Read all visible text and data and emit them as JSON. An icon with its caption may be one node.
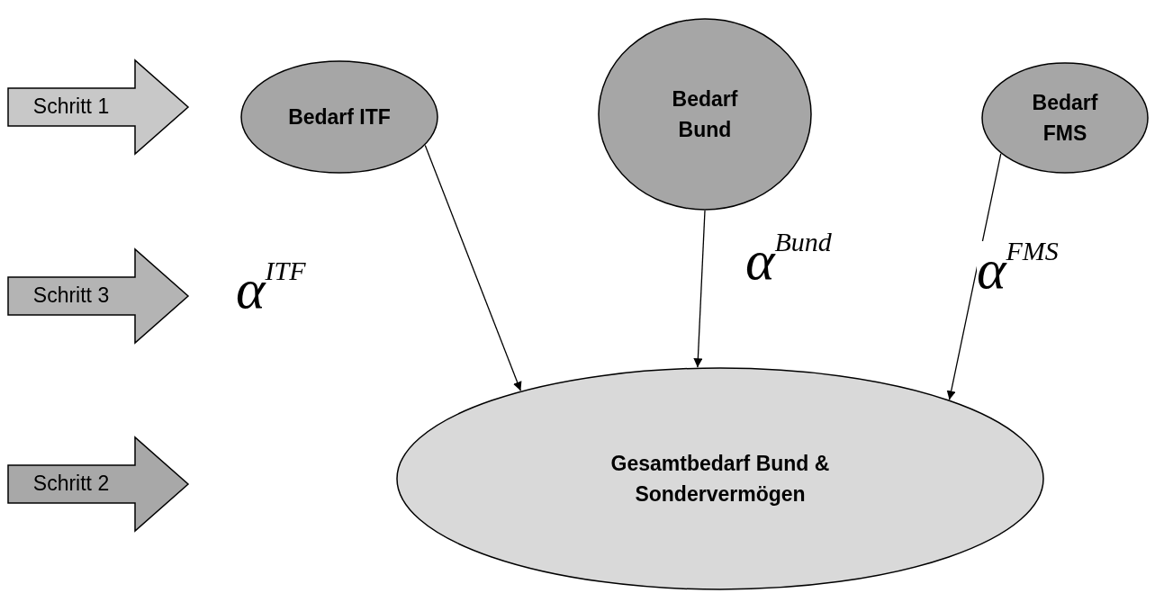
{
  "diagram": {
    "nodes": [
      {
        "text": [
          "Schritt 1"
        ]
      },
      {
        "text": [
          "Bedarf ITF"
        ]
      },
      {
        "text": [
          "Bedarf Bund"
        ]
      },
      {
        "text": [
          "Bedarf FMS"
        ]
      },
      {
        "text": [
          "Schritt 3"
        ]
      },
      {
        "text": [
          "Schritt 2"
        ]
      },
      {
        "text": [
          "Gesamtbedarf Bund & Sondervermögen"
        ]
      }
    ],
    "edges": [
      {
        "from": 1,
        "to": 6,
        "arrow": "to",
        "label": "α$^{ITF}$"
      },
      {
        "from": 2,
        "to": 6,
        "arrow": "to",
        "label": "α$^{Bund}$"
      },
      {
        "from": 3,
        "to": 6,
        "arrow": "to",
        "label": "α$^{FMS}$"
      }
    ]
  }
}
